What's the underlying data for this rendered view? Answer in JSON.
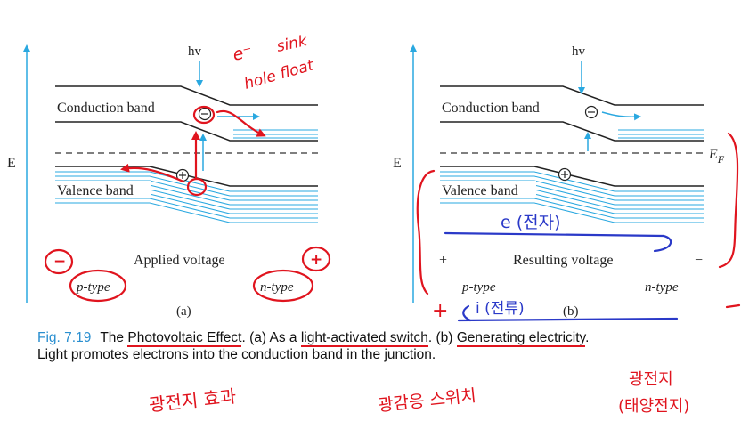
{
  "panel_a": {
    "photon": "hv",
    "conduction_band": "Conduction band",
    "valence_band": "Valence band",
    "axis": "E",
    "applied_voltage": "Applied voltage",
    "p_type": "p-type",
    "n_type": "n-type",
    "label": "(a)"
  },
  "panel_b": {
    "photon": "hv",
    "conduction_band": "Conduction band",
    "valence_band": "Valence band",
    "axis": "E",
    "fermi": "E",
    "fermi_sub": "F",
    "plus": "+",
    "minus": "−",
    "resulting_voltage": "Resulting voltage",
    "p_type": "p-type",
    "n_type": "n-type",
    "label": "(b)"
  },
  "caption": {
    "fig_no": "Fig. 7.19",
    "t1": "The",
    "t2": "Photovoltaic Effect",
    "t3": ". (a) As a",
    "t4": "light-activated switch",
    "t5": ". (b)",
    "t6": "Generating electricity",
    "t7": ".",
    "line2": "Light promotes electrons into the conduction band in the junction."
  },
  "handwriting": {
    "e_minus": "e⁻",
    "sink": "sink",
    "hole_float": "hole float",
    "minus_circled": "−",
    "plus_circled": "+",
    "plus_mark": "+",
    "minus_mark": "−",
    "e_label": "e (전자)",
    "i_label": "i (전류)",
    "ko_1": "광전지 효과",
    "ko_2": "광감응 스위치",
    "ko_3": "광전지",
    "ko_4": "(태양전지)"
  },
  "colors": {
    "accent_blue": "#2aa8e0",
    "ink_red": "#e0141e",
    "ink_blue": "#2a39c8",
    "band_line": "#222222"
  }
}
